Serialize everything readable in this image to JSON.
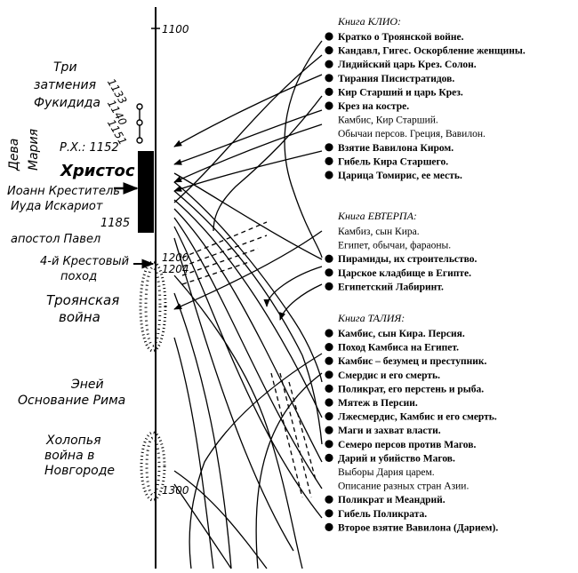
{
  "timeline": {
    "top_year": "1100",
    "years_1200": "1200",
    "years_1204": "1204",
    "bottom_year": "1300",
    "eclipse_title_1": "Три",
    "eclipse_title_2": "затмения",
    "eclipse_title_3": "Фукидида",
    "eclipse_years": [
      "1133",
      "1140",
      "1151"
    ],
    "rx_label": "Р.Х.: 1152",
    "christ": "Христос",
    "deva": "Дева",
    "maria": "Мария",
    "ioann": "Иоанн Креститель",
    "iuda": "Иуда Искариот",
    "year_1185": "1185",
    "pavel": "апостол Павел",
    "crusade_1": "4-й Крестовый",
    "crusade_2": "поход",
    "troy_1": "Троянская",
    "troy_2": "война",
    "enei": "Эней",
    "rome": "Основание Рима",
    "holop_1": "Холопья",
    "holop_2": "война в",
    "holop_3": "Новгороде"
  },
  "books": [
    {
      "title": "Книга КЛИО:",
      "items": [
        {
          "text": "Кратко о Троянской войне.",
          "bold": true,
          "dot": true
        },
        {
          "text": "Кандавл, Гигес. Оскорбление женщины.",
          "bold": true,
          "dot": true
        },
        {
          "text": "Лидийский царь Крез. Солон.",
          "bold": true,
          "dot": true
        },
        {
          "text": "Тирания Писистратидов.",
          "bold": true,
          "dot": true
        },
        {
          "text": "Кир Старший и царь Крез.",
          "bold": true,
          "dot": true
        },
        {
          "text": "Крез на костре.",
          "bold": true,
          "dot": true
        },
        {
          "text": "Камбис, Кир Старший.",
          "bold": false,
          "dot": false
        },
        {
          "text": "Обычаи персов. Греция, Вавилон.",
          "bold": false,
          "dot": false
        },
        {
          "text": "Взятие Вавилона Киром.",
          "bold": true,
          "dot": true
        },
        {
          "text": "Гибель Кира Старшего.",
          "bold": true,
          "dot": true
        },
        {
          "text": "Царица Томирис, ее месть.",
          "bold": true,
          "dot": true
        }
      ]
    },
    {
      "title": "Книга ЕВТЕРПА:",
      "items": [
        {
          "text": "Камбиз, сын Кира.",
          "bold": false,
          "dot": false
        },
        {
          "text": "Египет, обычаи, фараоны.",
          "bold": false,
          "dot": false
        },
        {
          "text": "Пирамиды, их строительство.",
          "bold": true,
          "dot": true
        },
        {
          "text": "Царское кладбище в Египте.",
          "bold": true,
          "dot": true
        },
        {
          "text": "Египетский Лабиринт.",
          "bold": true,
          "dot": true
        }
      ]
    },
    {
      "title": "Книга ТАЛИЯ:",
      "items": [
        {
          "text": "Камбис, сын Кира. Персия.",
          "bold": true,
          "dot": true
        },
        {
          "text": "Поход Камбиса на Египет.",
          "bold": true,
          "dot": true
        },
        {
          "text": "Камбис – безумец и преступник.",
          "bold": true,
          "dot": true
        },
        {
          "text": "Смердис и его смерть.",
          "bold": true,
          "dot": true
        },
        {
          "text": "Поликрат, его перстень и рыба.",
          "bold": true,
          "dot": true
        },
        {
          "text": "Мятеж в Персии.",
          "bold": true,
          "dot": true
        },
        {
          "text": "Лжесмердис, Камбис и его смерть.",
          "bold": true,
          "dot": true
        },
        {
          "text": "Маги и захват власти.",
          "bold": true,
          "dot": true
        },
        {
          "text": "Семеро персов против Магов.",
          "bold": true,
          "dot": true
        },
        {
          "text": "Дарий и убийство Магов.",
          "bold": true,
          "dot": true
        },
        {
          "text": "Выборы Дария царем.",
          "bold": false,
          "dot": false
        },
        {
          "text": "Описание разных стран Азии.",
          "bold": false,
          "dot": false
        },
        {
          "text": "Поликрат и Меандрий.",
          "bold": true,
          "dot": true
        },
        {
          "text": "Гибель Поликрата.",
          "bold": true,
          "dot": true
        },
        {
          "text": "Второе взятие Вавилона (Дарием).",
          "bold": true,
          "dot": true
        }
      ]
    }
  ]
}
